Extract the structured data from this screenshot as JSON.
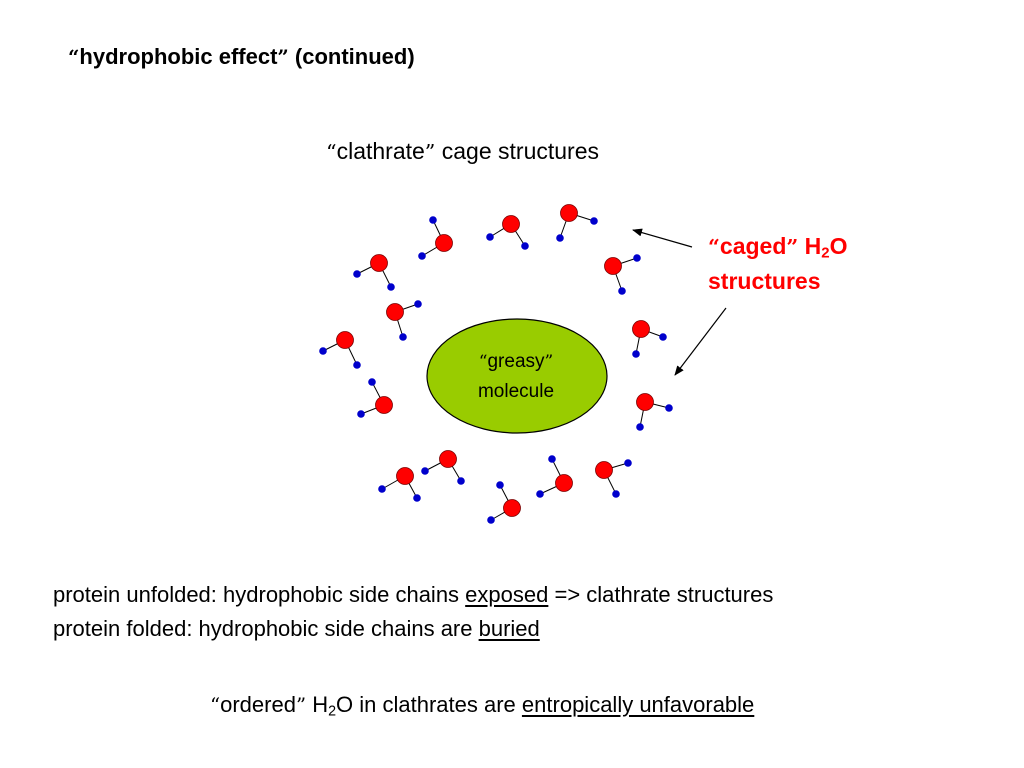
{
  "title": {
    "open_quote": "“",
    "term": "hydrophobic effect",
    "close_quote": "”",
    "rest": " (continued)"
  },
  "subtitle": {
    "open_quote": "“",
    "term": "clathrate",
    "close_quote": "”",
    "rest": " cage structures"
  },
  "caged_label": {
    "open_quote": "“",
    "term": "caged",
    "close_quote": "”",
    "formula_prefix": " H",
    "formula_sub": "2",
    "formula_suffix": "O",
    "line2": "structures"
  },
  "greasy_label": {
    "open_quote": "“",
    "term": "greasy",
    "close_quote": "”",
    "line2": "molecule"
  },
  "statements": {
    "unfolded_prefix": "protein unfolded:  hydrophobic side chains ",
    "unfolded_emphasis": "exposed",
    "unfolded_suffix": " => clathrate structures",
    "folded_prefix": "protein folded:  hydrophobic side chains are ",
    "folded_emphasis": "buried"
  },
  "footer": {
    "open_quote": "“",
    "term": "ordered",
    "close_quote": "”",
    "formula_prefix": " H",
    "formula_sub": "2",
    "formula_suffix": "O in clathrates are ",
    "emphasis": "entropically unfavorable"
  },
  "colors": {
    "oxygen": "#ff0000",
    "hydrogen": "#0000cc",
    "greasy_molecule": "#99cc00",
    "label_accent": "#ff0000",
    "text": "#000000"
  }
}
